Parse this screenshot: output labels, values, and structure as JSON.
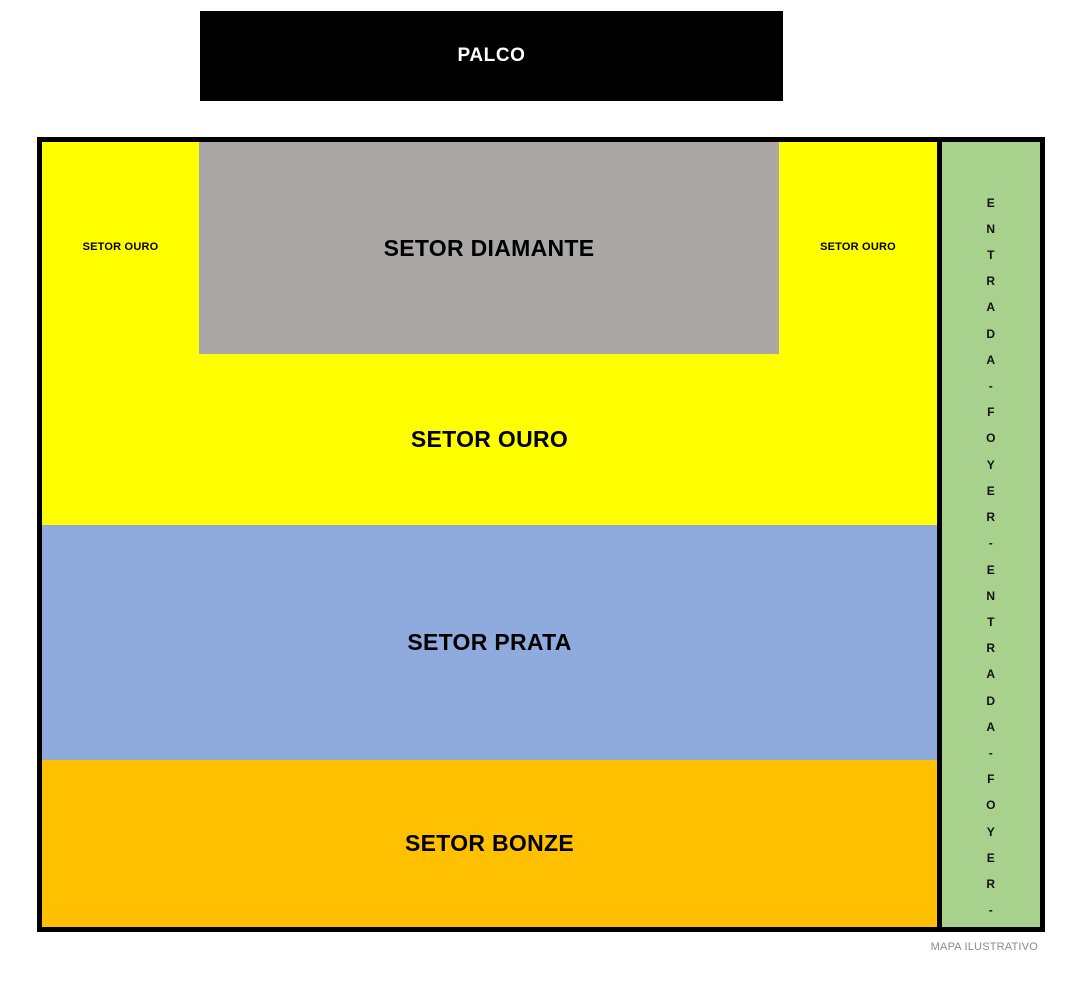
{
  "stage": {
    "label": "PALCO"
  },
  "map": {
    "diamante": {
      "label": "SETOR DIAMANTE",
      "color": "#ABA7A7"
    },
    "side_labels": {
      "left": "SETOR OURO",
      "right": "SETOR OURO"
    },
    "bands": [
      {
        "key": "ouro",
        "label": "SETOR OURO",
        "color": "#FFFF00"
      },
      {
        "key": "prata",
        "label": "SETOR PRATA",
        "color": "#8FAADC"
      },
      {
        "key": "bonze",
        "label": "SETOR BONZE",
        "color": "#FFC000"
      }
    ],
    "entrance": {
      "text": "ENTRADA - FOYER - ENTRADA - FOYER -",
      "chars": [
        "E",
        "N",
        "T",
        "R",
        "A",
        "D",
        "A",
        "-",
        "F",
        "O",
        "Y",
        "E",
        "R",
        "-",
        "E",
        "N",
        "T",
        "R",
        "A",
        "D",
        "A",
        "-",
        "F",
        "O",
        "Y",
        "E",
        "R",
        "-"
      ],
      "color": "#A9D18E"
    }
  },
  "footer": {
    "caption": "MAPA ILUSTRATIVO"
  },
  "colors": {
    "stage": "#000000",
    "border": "#000000",
    "gold": "#FFFF00",
    "silver_blue": "#8FAADC",
    "bronze_orange": "#FFC000",
    "diamond_gray": "#ABA7A7",
    "entrance_green": "#A9D18E",
    "caption_gray": "#8A8A8A"
  }
}
